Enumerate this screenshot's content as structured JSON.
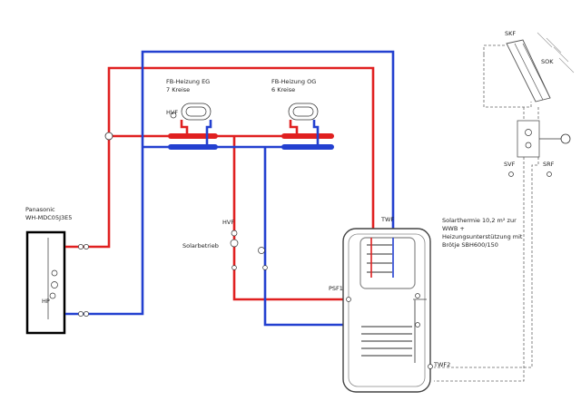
{
  "labels": {
    "heat_pump_brand": "Panasonic",
    "heat_pump_model": "WH-MDC05J3E5",
    "heat_pump_tag": "HP",
    "eg_title": "FB-Heizung EG",
    "eg_circuits": "7 Kreise",
    "og_title": "FB-Heizung OG",
    "og_circuits": "6 Kreise",
    "hvf_top": "HVF",
    "hvf_mid": "HVF",
    "solarbetrieb": "Solarbetrieb",
    "twf": "TWF",
    "psf1": "PSF1",
    "twf2": "TWF2",
    "solar_line1": "Solarthermie 10,2 m² zur",
    "solar_line2": "WWB +",
    "solar_line3": "Heizungsunterstützung mit",
    "solar_line4": "Brötje SBH600/150",
    "skf": "SKF",
    "sok": "SOK",
    "svf": "SVF",
    "srf": "SRF"
  },
  "colors": {
    "supply": "#e02020",
    "return": "#2340d0",
    "solar_circuit": "#666666",
    "heat_pump_frame": "#000000"
  }
}
